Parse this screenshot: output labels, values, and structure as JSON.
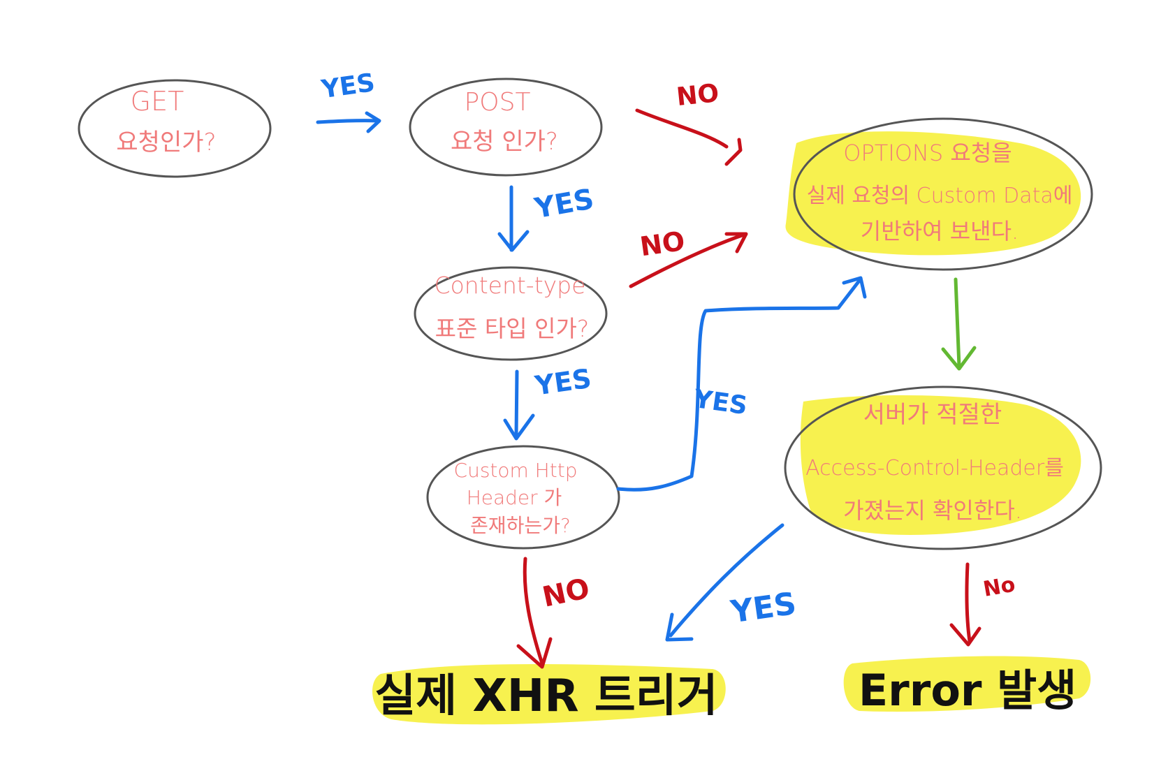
{
  "colors": {
    "node_text": "#f07a7a",
    "result_text": "#111111",
    "outline": "#555555",
    "highlight": "#f6f03c",
    "yes": "#1a73e8",
    "no": "#c8101a",
    "green": "#62b832"
  },
  "nodes": {
    "get": {
      "line1": "GET",
      "line2": "요청인가?"
    },
    "post": {
      "line1": "POST",
      "line2": "요청 인가?"
    },
    "content_type": {
      "line1": "Content-type",
      "line2": "표준 타입 인가?"
    },
    "custom_header": {
      "line1": "Custom Http",
      "line2": "Header 가",
      "line3": "존재하는가?"
    },
    "options": {
      "line1": "OPTIONS 요청을",
      "line2": "실제 요청의 Custom Data에",
      "line3": "기반하여 보낸다."
    },
    "server_check": {
      "line1": "서버가 적절한",
      "line2": "Access-Control-Header를",
      "line3": "가졌는지 확인한다."
    }
  },
  "results": {
    "xhr": "실제 XHR 트리거",
    "error": "Error 발생"
  },
  "labels": {
    "get_to_post": "YES",
    "post_to_options": "NO",
    "post_to_content": "YES",
    "content_to_options": "NO",
    "content_to_custom": "YES",
    "custom_to_options": "YES",
    "custom_to_xhr": "NO",
    "server_to_xhr": "YES",
    "server_to_error": "No"
  }
}
